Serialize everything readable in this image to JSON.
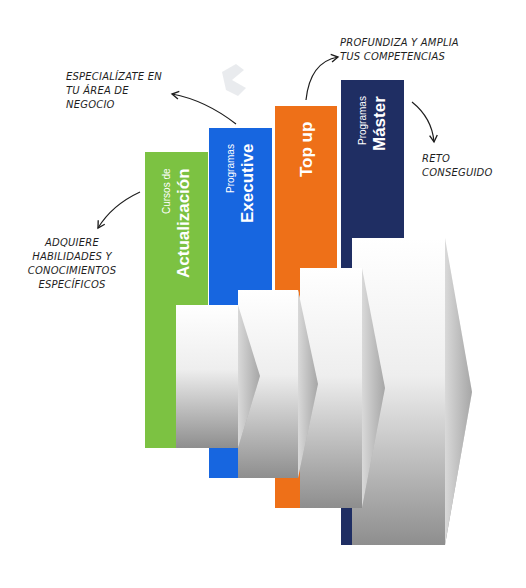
{
  "diagram": {
    "nodes": [
      {
        "text": [
          "Cursos de",
          "Actualización"
        ]
      },
      {
        "text": [
          "Programas",
          "Executive"
        ]
      },
      {
        "text": [
          "Top up"
        ]
      },
      {
        "text": [
          "Programas",
          "Máster"
        ]
      }
    ],
    "labels": [
      "ESPECIALÍZATE EN TU ÁREA DE NEGOCIO",
      "PROFUNDIZA Y AMPLIA TUS COMPETENCIAS",
      "RETO CONSEGUIDO",
      "ADQUIERE HABILIDADES Y CONOCIMIENTOS ESPECÍFICOS"
    ]
  }
}
